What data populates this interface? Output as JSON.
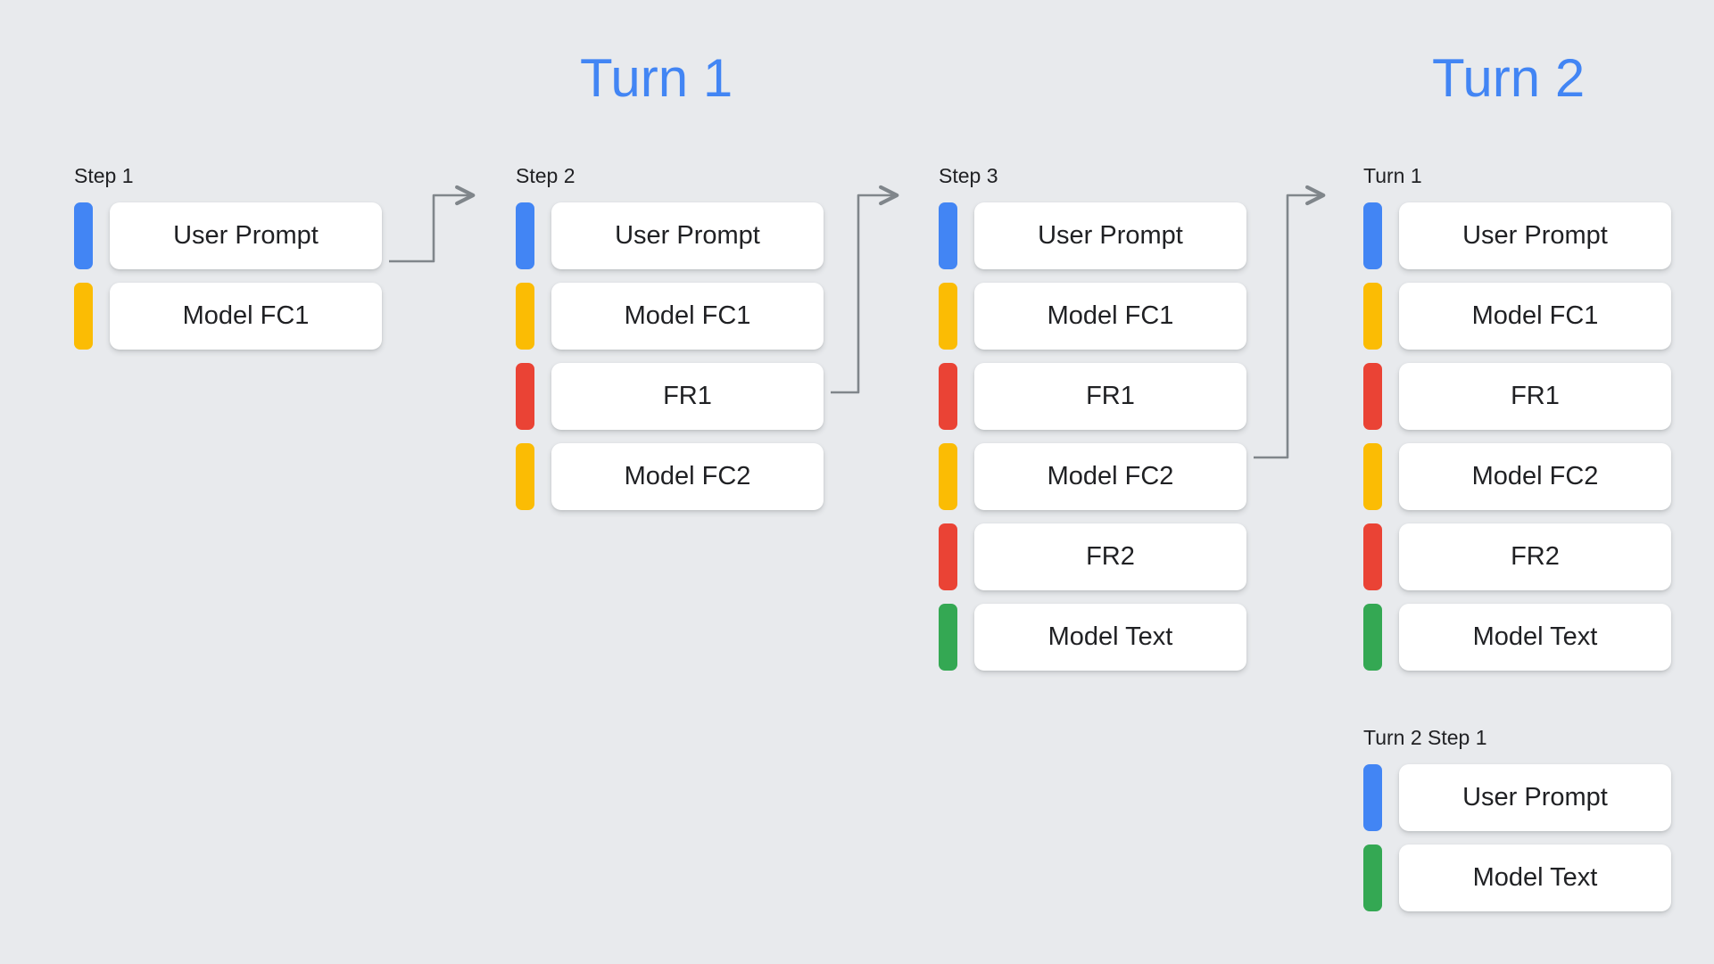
{
  "background_color": "#E8EAED",
  "palette": {
    "blue": "#4285F4",
    "yellow": "#FBBC04",
    "red": "#EA4335",
    "green": "#34A853",
    "connector": "#80868B",
    "card_bg": "#FFFFFF",
    "text": "#202124"
  },
  "headings": {
    "turn1": "Turn 1",
    "turn2": "Turn 2"
  },
  "columns": [
    {
      "id": "step1",
      "label": "Step 1",
      "rows": [
        {
          "color": "blue",
          "label": "User Prompt"
        },
        {
          "color": "yellow",
          "label": "Model FC1"
        }
      ]
    },
    {
      "id": "step2",
      "label": "Step 2",
      "rows": [
        {
          "color": "blue",
          "label": "User Prompt"
        },
        {
          "color": "yellow",
          "label": "Model FC1"
        },
        {
          "color": "red",
          "label": "FR1"
        },
        {
          "color": "yellow",
          "label": "Model FC2"
        }
      ]
    },
    {
      "id": "step3",
      "label": "Step 3",
      "rows": [
        {
          "color": "blue",
          "label": "User Prompt"
        },
        {
          "color": "yellow",
          "label": "Model FC1"
        },
        {
          "color": "red",
          "label": "FR1"
        },
        {
          "color": "yellow",
          "label": "Model FC2"
        },
        {
          "color": "red",
          "label": "FR2"
        },
        {
          "color": "green",
          "label": "Model Text"
        }
      ]
    },
    {
      "id": "turn1",
      "label": "Turn 1",
      "rows": [
        {
          "color": "blue",
          "label": "User Prompt"
        },
        {
          "color": "yellow",
          "label": "Model FC1"
        },
        {
          "color": "red",
          "label": "FR1"
        },
        {
          "color": "yellow",
          "label": "Model FC2"
        },
        {
          "color": "red",
          "label": "FR2"
        },
        {
          "color": "green",
          "label": "Model Text"
        }
      ]
    },
    {
      "id": "turn2step1",
      "label": "Turn 2 Step 1",
      "rows": [
        {
          "color": "blue",
          "label": "User Prompt"
        },
        {
          "color": "green",
          "label": "Model Text"
        }
      ]
    }
  ],
  "connectors": [
    {
      "from": "step1.Model FC1",
      "to": "step2.User Prompt"
    },
    {
      "from": "step2.Model FC2",
      "to": "step3.User Prompt"
    },
    {
      "from": "step3.FR2",
      "to": "turn1.User Prompt"
    }
  ]
}
